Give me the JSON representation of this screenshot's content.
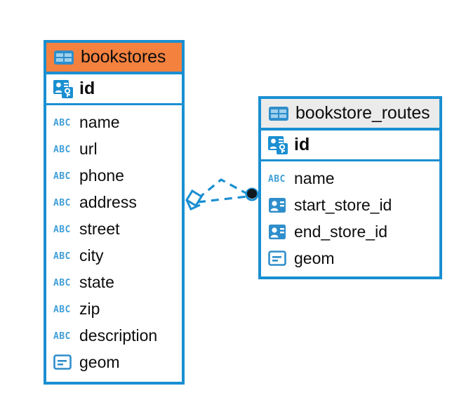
{
  "diagram": {
    "type": "entity-relationship-diagram",
    "background": "#ffffff",
    "accent_blue": "#1a8fd1",
    "header_orange": "#f5813f",
    "header_grey": "#ebebeb",
    "icon_blue": "#3f9fd8"
  },
  "entities": [
    {
      "name": "bookstores",
      "header_color": "#f5813f",
      "primary_key": {
        "label": "id",
        "icon": "primary-key-card-icon"
      },
      "fields": [
        {
          "label": "name",
          "icon": "abc-text-icon"
        },
        {
          "label": "url",
          "icon": "abc-text-icon"
        },
        {
          "label": "phone",
          "icon": "abc-text-icon"
        },
        {
          "label": "address",
          "icon": "abc-text-icon"
        },
        {
          "label": "street",
          "icon": "abc-text-icon"
        },
        {
          "label": "city",
          "icon": "abc-text-icon"
        },
        {
          "label": "state",
          "icon": "abc-text-icon"
        },
        {
          "label": "zip",
          "icon": "abc-text-icon"
        },
        {
          "label": "description",
          "icon": "abc-text-icon"
        },
        {
          "label": "geom",
          "icon": "geometry-icon"
        }
      ]
    },
    {
      "name": "bookstore_routes",
      "header_color": "#ebebeb",
      "primary_key": {
        "label": "id",
        "icon": "primary-key-card-icon"
      },
      "fields": [
        {
          "label": "name",
          "icon": "abc-text-icon"
        },
        {
          "label": "start_store_id",
          "icon": "foreign-key-card-icon"
        },
        {
          "label": "end_store_id",
          "icon": "foreign-key-card-icon"
        },
        {
          "label": "geom",
          "icon": "geometry-icon"
        }
      ]
    }
  ],
  "relationship": {
    "style": "dashed",
    "color": "#1a8fd1",
    "source_marker": "diamond-marker",
    "target_marker": "filled-circle-marker",
    "label": ""
  }
}
